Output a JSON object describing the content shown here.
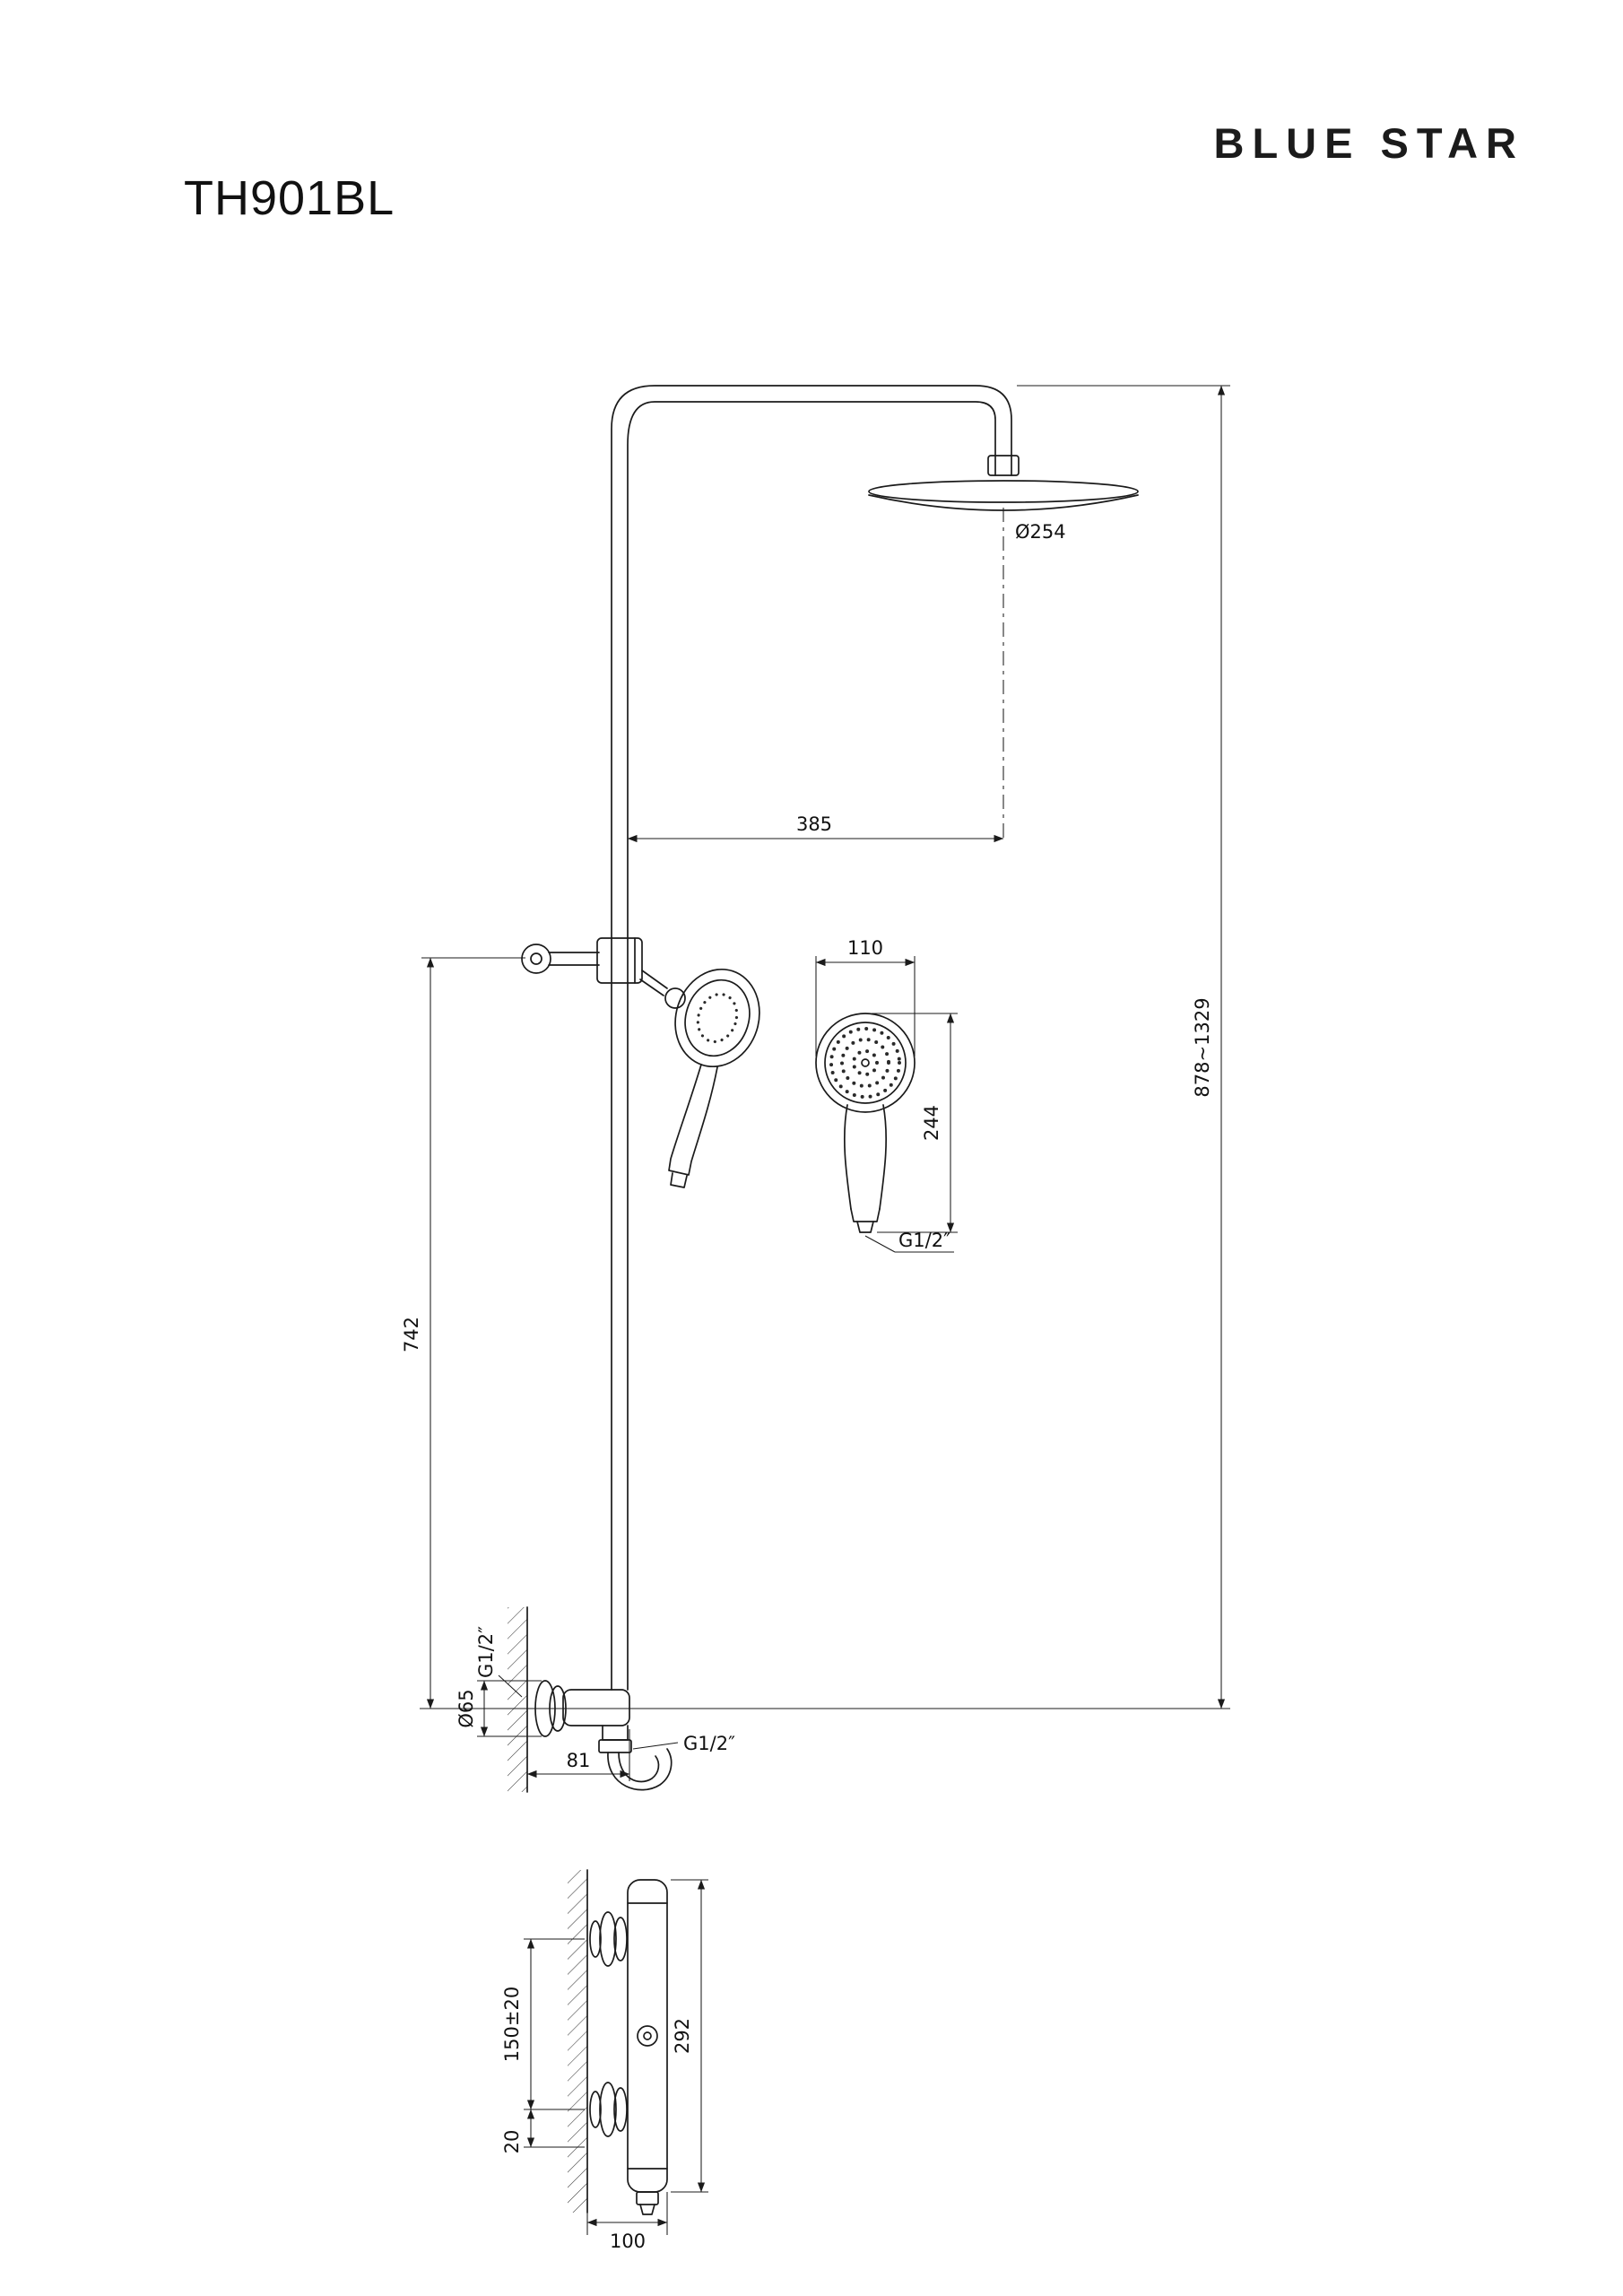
{
  "header": {
    "brand": "BLUE STAR",
    "model": "TH901BL"
  },
  "dims": {
    "arm_offset": "385",
    "head_diameter": "Ø254",
    "height_range": "878~1329",
    "bar_length": "742",
    "hand_width": "110",
    "hand_length": "244",
    "hand_thread": "G1/2″",
    "outlet_thread": "G1/2″",
    "inlet_thread": "G1/2″",
    "flange_diameter": "Ø65",
    "wall_offset": "81",
    "inlet_spacing": "150±20",
    "inlet_offset": "20",
    "valve_length": "292",
    "valve_depth": "100"
  }
}
